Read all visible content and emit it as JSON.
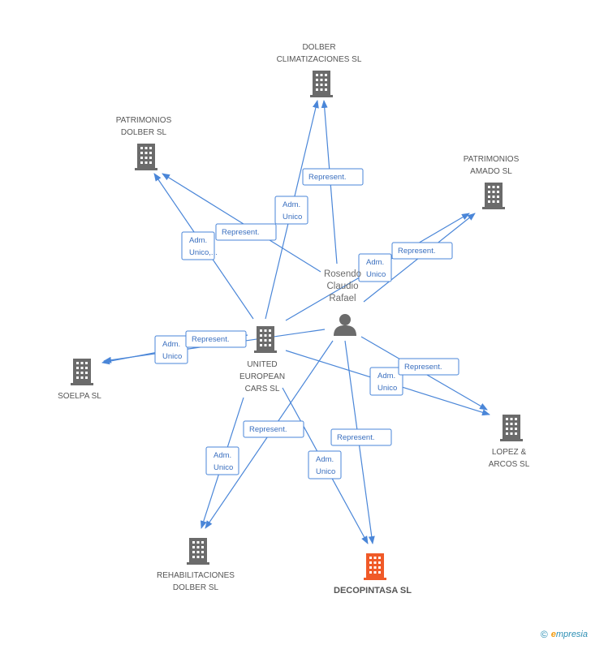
{
  "colors": {
    "edge": "#4a86d8",
    "node": "#6b6b6b",
    "highlight": "#f05a28",
    "label_text": "#555555"
  },
  "nodes": [
    {
      "id": "dolber_clim",
      "type": "company",
      "label_lines": [
        "DOLBER",
        "CLIMATIZACIONES SL"
      ]
    },
    {
      "id": "patr_dolber",
      "type": "company",
      "label_lines": [
        "PATRIMONIOS",
        "DOLBER SL"
      ]
    },
    {
      "id": "patr_amado",
      "type": "company",
      "label_lines": [
        "PATRIMONIOS",
        "AMADO SL"
      ]
    },
    {
      "id": "rosendo",
      "type": "person",
      "label_lines": [
        "Rosendo",
        "Claudio",
        "Rafael"
      ]
    },
    {
      "id": "uec",
      "type": "company",
      "label_lines": [
        "UNITED",
        "EUROPEAN",
        "CARS  SL"
      ]
    },
    {
      "id": "soelpa",
      "type": "company",
      "label_lines": [
        "SOELPA SL"
      ]
    },
    {
      "id": "lopez",
      "type": "company",
      "label_lines": [
        "LOPEZ &",
        "ARCOS SL"
      ]
    },
    {
      "id": "rehab",
      "type": "company",
      "label_lines": [
        "REHABILITACIONES",
        "DOLBER SL"
      ]
    },
    {
      "id": "decop",
      "type": "company",
      "highlight": true,
      "label_lines": [
        "DECOPINTASA SL"
      ]
    }
  ],
  "edges": [
    {
      "from": "uec",
      "to": "dolber_clim",
      "label_lines": [
        "Adm.",
        "Unico"
      ]
    },
    {
      "from": "rosendo",
      "to": "dolber_clim",
      "label_lines": [
        "Represent."
      ]
    },
    {
      "from": "uec",
      "to": "patr_dolber",
      "label_lines": [
        "Adm.",
        "Unico,..."
      ]
    },
    {
      "from": "rosendo",
      "to": "patr_dolber",
      "label_lines": [
        "Represent."
      ]
    },
    {
      "from": "uec",
      "to": "patr_amado",
      "label_lines": [
        "Adm.",
        "Unico"
      ]
    },
    {
      "from": "rosendo",
      "to": "patr_amado",
      "label_lines": [
        "Represent."
      ]
    },
    {
      "from": "uec",
      "to": "soelpa",
      "label_lines": [
        "Adm.",
        "Unico"
      ]
    },
    {
      "from": "rosendo",
      "to": "soelpa",
      "label_lines": [
        "Represent."
      ]
    },
    {
      "from": "uec",
      "to": "lopez",
      "label_lines": [
        "Adm.",
        "Unico"
      ]
    },
    {
      "from": "rosendo",
      "to": "lopez",
      "label_lines": [
        "Represent."
      ]
    },
    {
      "from": "uec",
      "to": "rehab",
      "label_lines": [
        "Adm.",
        "Unico"
      ]
    },
    {
      "from": "rosendo",
      "to": "rehab",
      "label_lines": [
        "Represent."
      ]
    },
    {
      "from": "uec",
      "to": "decop",
      "label_lines": [
        "Adm.",
        "Unico"
      ]
    },
    {
      "from": "rosendo",
      "to": "decop",
      "label_lines": [
        "Represent."
      ]
    }
  ],
  "footer": {
    "copyright_symbol": "©",
    "brand_initial": "e",
    "brand_rest": "mpresia"
  }
}
